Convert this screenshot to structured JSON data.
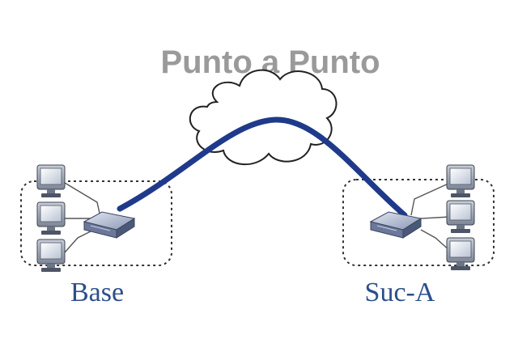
{
  "title": "Punto a Punto",
  "sites": {
    "left": {
      "label": "Base",
      "computers": 3
    },
    "right": {
      "label": "Suc-A",
      "computers": 3
    }
  },
  "colors": {
    "title": "#9a9a9a",
    "link": "#1f3a8a",
    "label": "#2b4f8a",
    "cloud_stroke": "#222222",
    "lan_border": "#333333"
  },
  "icons": {
    "cloud": "cloud-icon",
    "router": "router-icon",
    "computer": "computer-icon"
  }
}
